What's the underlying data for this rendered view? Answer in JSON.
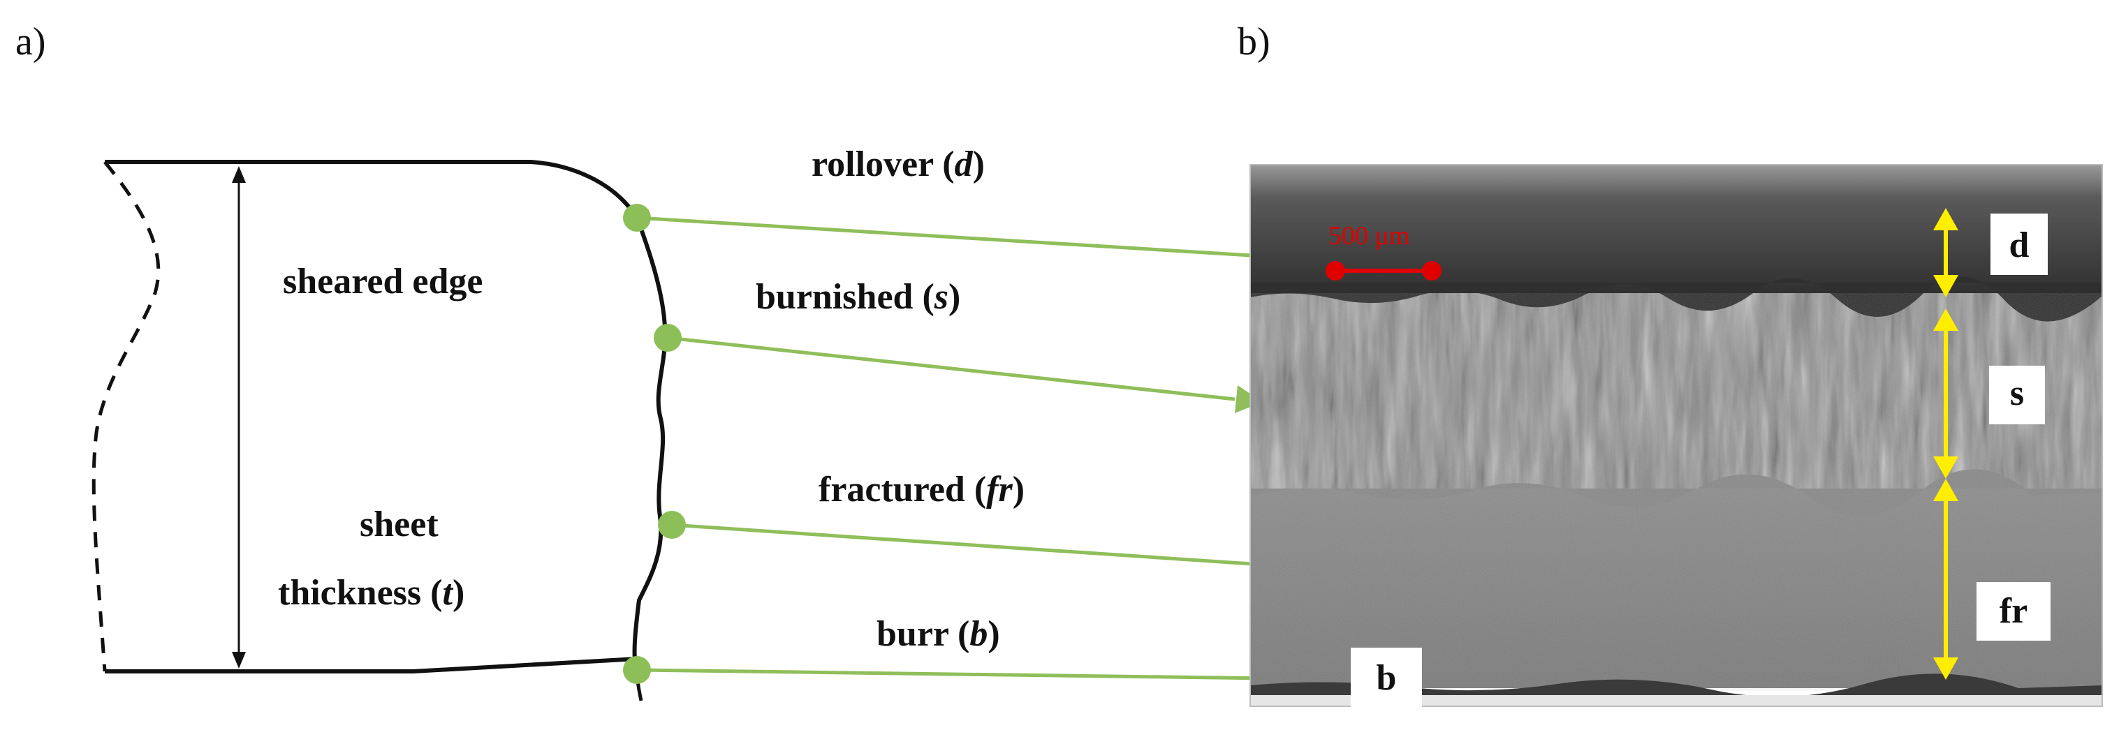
{
  "panels": {
    "a": "a)",
    "b": "b)"
  },
  "schematic": {
    "sheared_edge": "sheared edge",
    "sheet": "sheet",
    "thickness_prefix": "thickness (",
    "thickness_var": "t",
    "thickness_suffix": ")"
  },
  "zones": [
    {
      "prefix": "rollover (",
      "var": "d",
      "suffix": ")",
      "box": "d"
    },
    {
      "prefix": "burnished (",
      "var": "s",
      "suffix": ")",
      "box": "s"
    },
    {
      "prefix": "fractured (",
      "var": "fr",
      "suffix": ")",
      "box": "fr"
    },
    {
      "prefix": "burr (",
      "var": "b",
      "suffix": ")",
      "box": "b"
    }
  ],
  "scale_bar": "500 μm",
  "colors": {
    "arrow_green": "#8fbe5a",
    "dot_green": "#8dbf58",
    "dimension_yellow": "#ffee00",
    "scale_red": "#e00000",
    "outline": "#111111"
  }
}
